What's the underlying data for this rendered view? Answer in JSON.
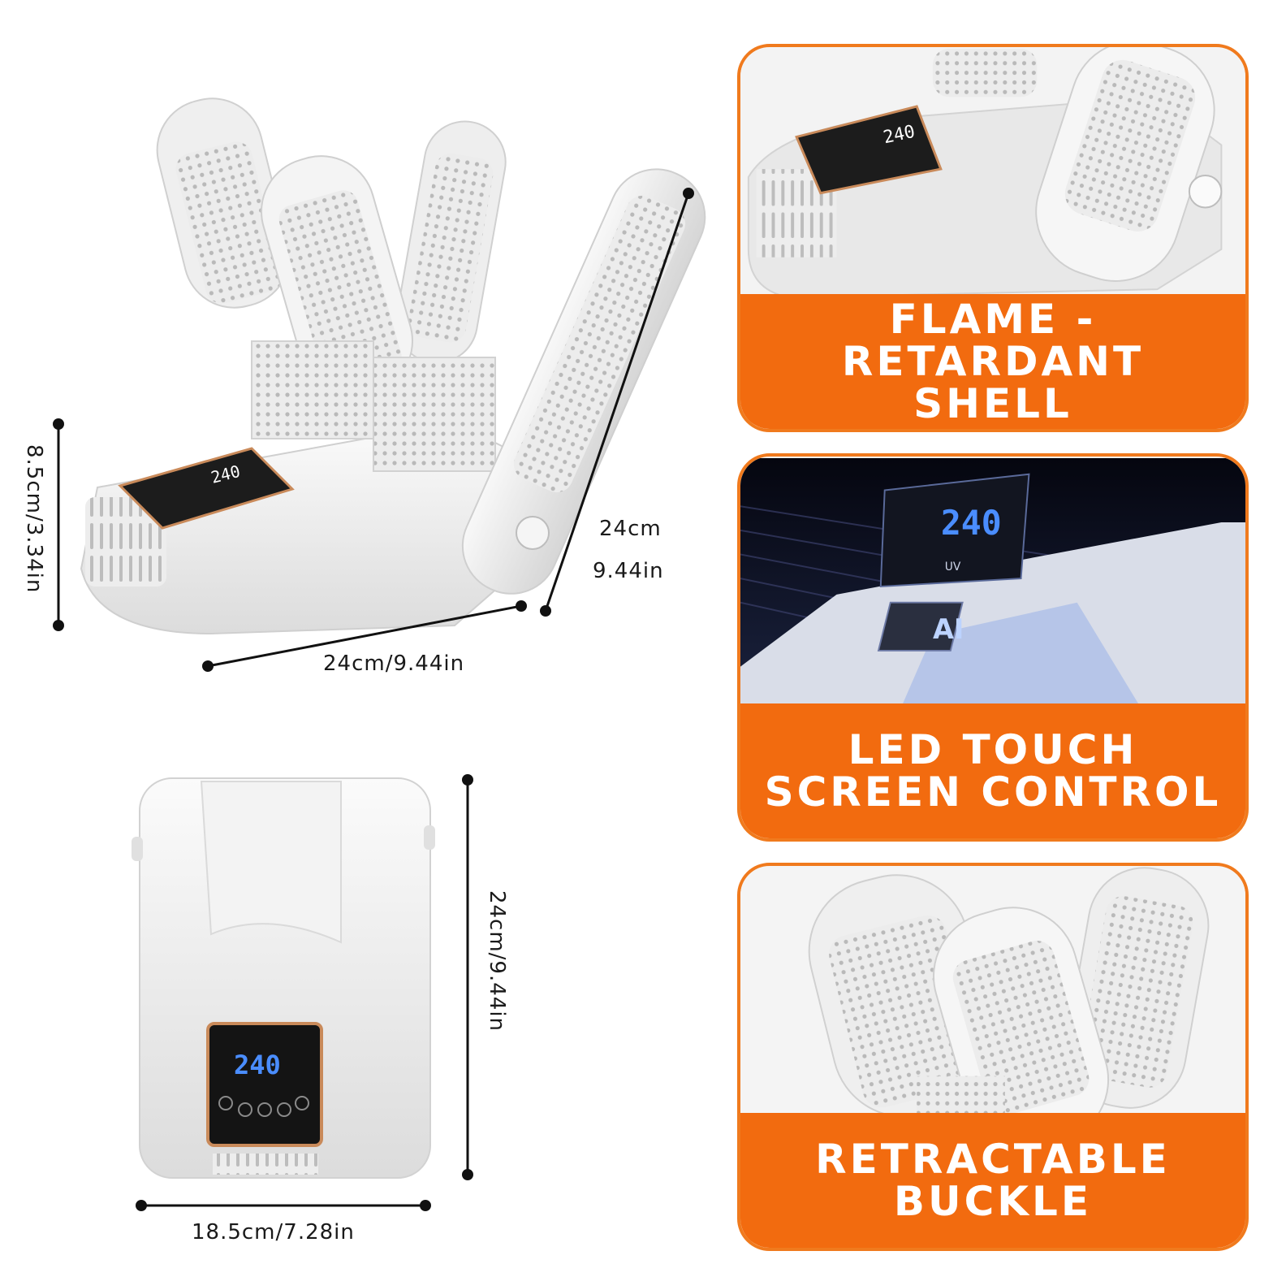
{
  "dimensions": {
    "height_open": "8.5cm/3.34in",
    "arm_length_cm": "24cm",
    "arm_length_in": "9.44in",
    "base_length": "24cm/9.44in",
    "folded_height": "24cm/9.44in",
    "folded_width": "18.5cm/7.28in"
  },
  "display": {
    "temperature": "240",
    "button_uv": "UV",
    "chip_label": "AI"
  },
  "features": [
    {
      "title_line1": "FLAME - RETARDANT",
      "title_line2": "SHELL"
    },
    {
      "title_line1": "LED TOUCH",
      "title_line2": "SCREEN CONTROL"
    },
    {
      "title_line1": "RETRACTABLE",
      "title_line2": "BUCKLE"
    }
  ],
  "colors": {
    "accent_orange": "#f26b0f",
    "card_border": "#f07a1d",
    "device_white": "#f2f2f2",
    "display_blue": "#4a8dff",
    "display_copper": "#c98a5a"
  }
}
